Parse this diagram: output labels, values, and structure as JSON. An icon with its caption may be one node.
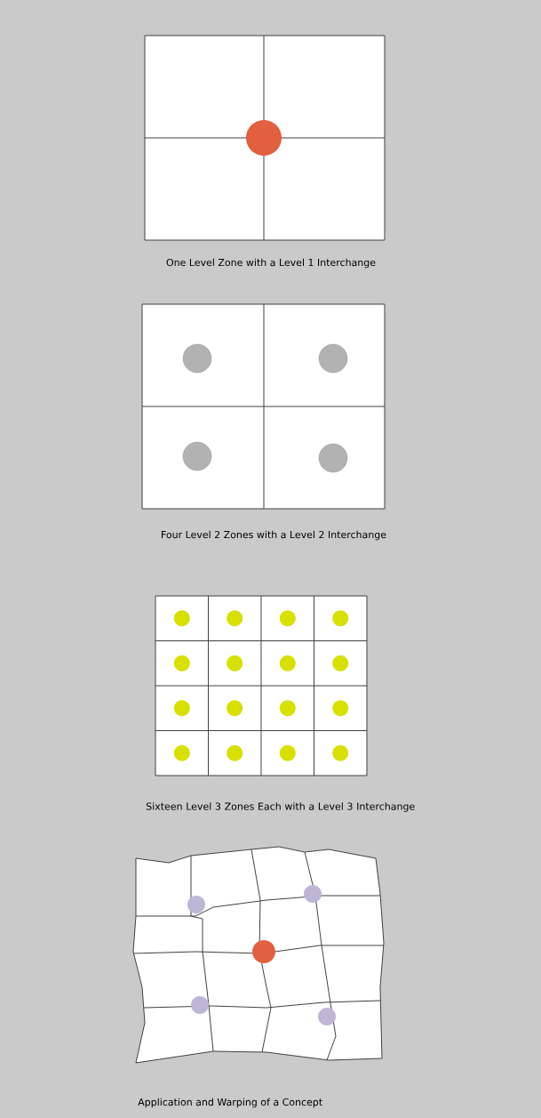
{
  "diagram": {
    "labels": [
      "One Level Zone with a Level 1 Interchange",
      "Four Level 2 Zones with a Level 2 Interchange",
      "Sixteen Level 3 Zones Each with a Level 3 Interchange",
      "Application and Warping of a Concept"
    ]
  }
}
